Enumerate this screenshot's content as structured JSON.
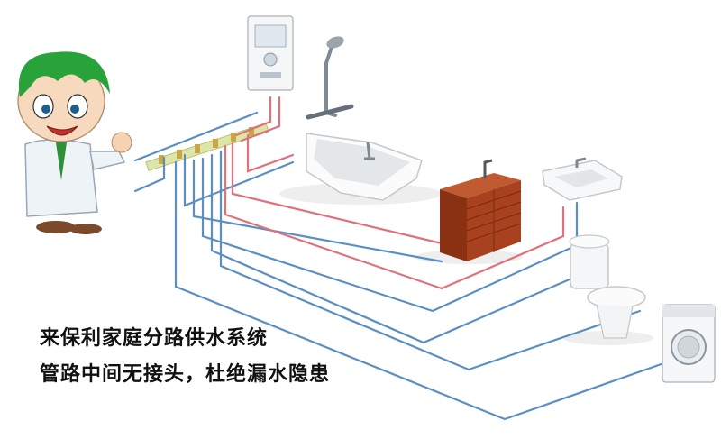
{
  "captions": {
    "line1": "来保利家庭分路供水系统",
    "line2": "管路中间无接头，杜绝漏水隐患"
  },
  "colors": {
    "hot_pipe": "#e0707a",
    "cold_pipe": "#5b8fc4",
    "mascot_hair": "#27a33a",
    "mascot_coat": "#eef3f7",
    "cabinet": "#9e3a1a"
  },
  "icons": [
    "mascot",
    "water-heater",
    "bathtub-with-shower",
    "kitchen-cabinet-sink",
    "wash-basin",
    "toilet",
    "washing-machine"
  ]
}
